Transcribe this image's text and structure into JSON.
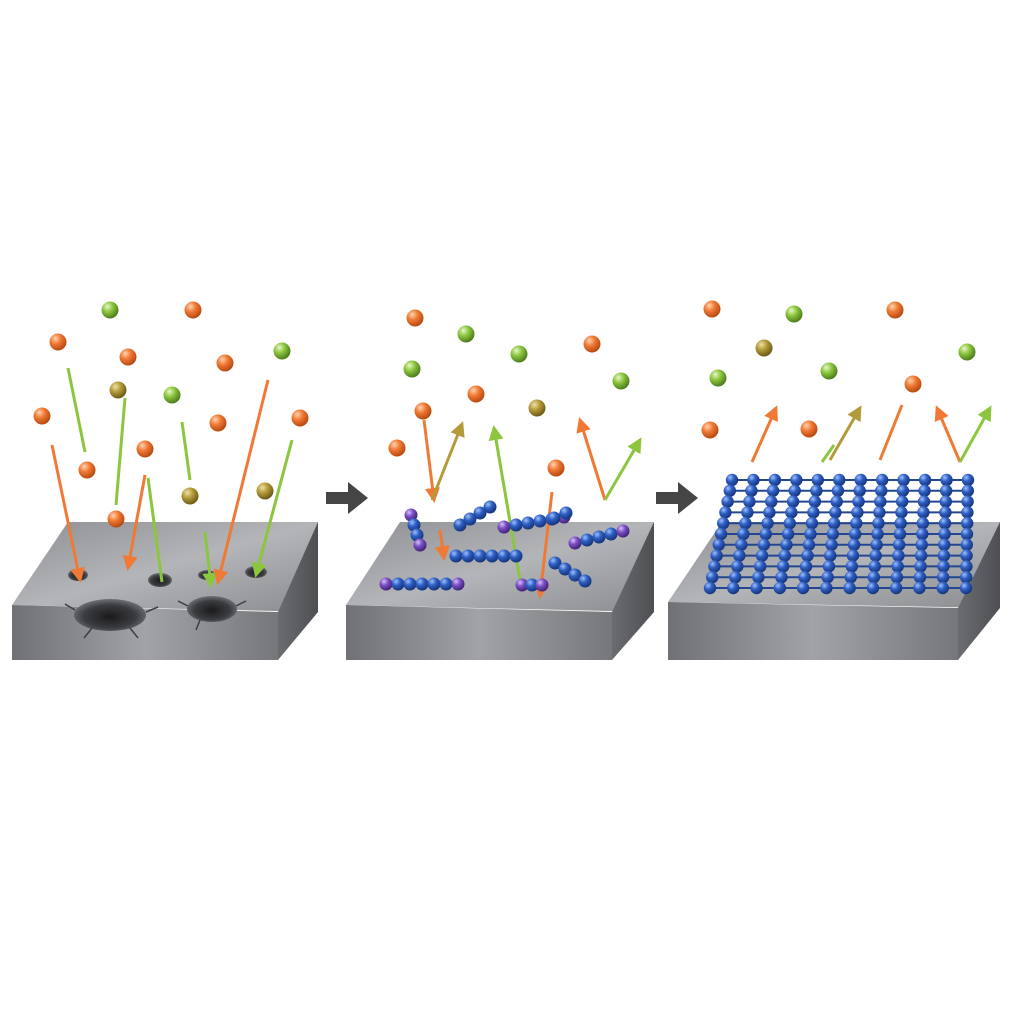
{
  "colors": {
    "background": "#ffffff",
    "ion_orange": "#f07a35",
    "ion_green": "#8cc63f",
    "ion_olive": "#b49b3a",
    "arrow_orange": "#f07a35",
    "arrow_green": "#8cc63f",
    "chain_blue": "#2e5fc4",
    "chain_purple": "#7a4fc2",
    "metal_top": "#9a9ca0",
    "metal_front": "#7f8185",
    "metal_side": "#5f6165",
    "step_arrow": "#454545"
  },
  "panels": [
    {
      "id": "bare-surface",
      "state": "corroding",
      "pits": 6
    },
    {
      "id": "partial-coverage",
      "state": "scattered polymer chains",
      "chains": 9
    },
    {
      "id": "full-coverage",
      "state": "dense ordered monolayer",
      "rows": 11,
      "columns": 12
    }
  ],
  "step_arrows": [
    {
      "from": "bare-surface",
      "to": "partial-coverage",
      "icon": "right-arrow-icon"
    },
    {
      "from": "partial-coverage",
      "to": "full-coverage",
      "icon": "right-arrow-icon"
    }
  ]
}
